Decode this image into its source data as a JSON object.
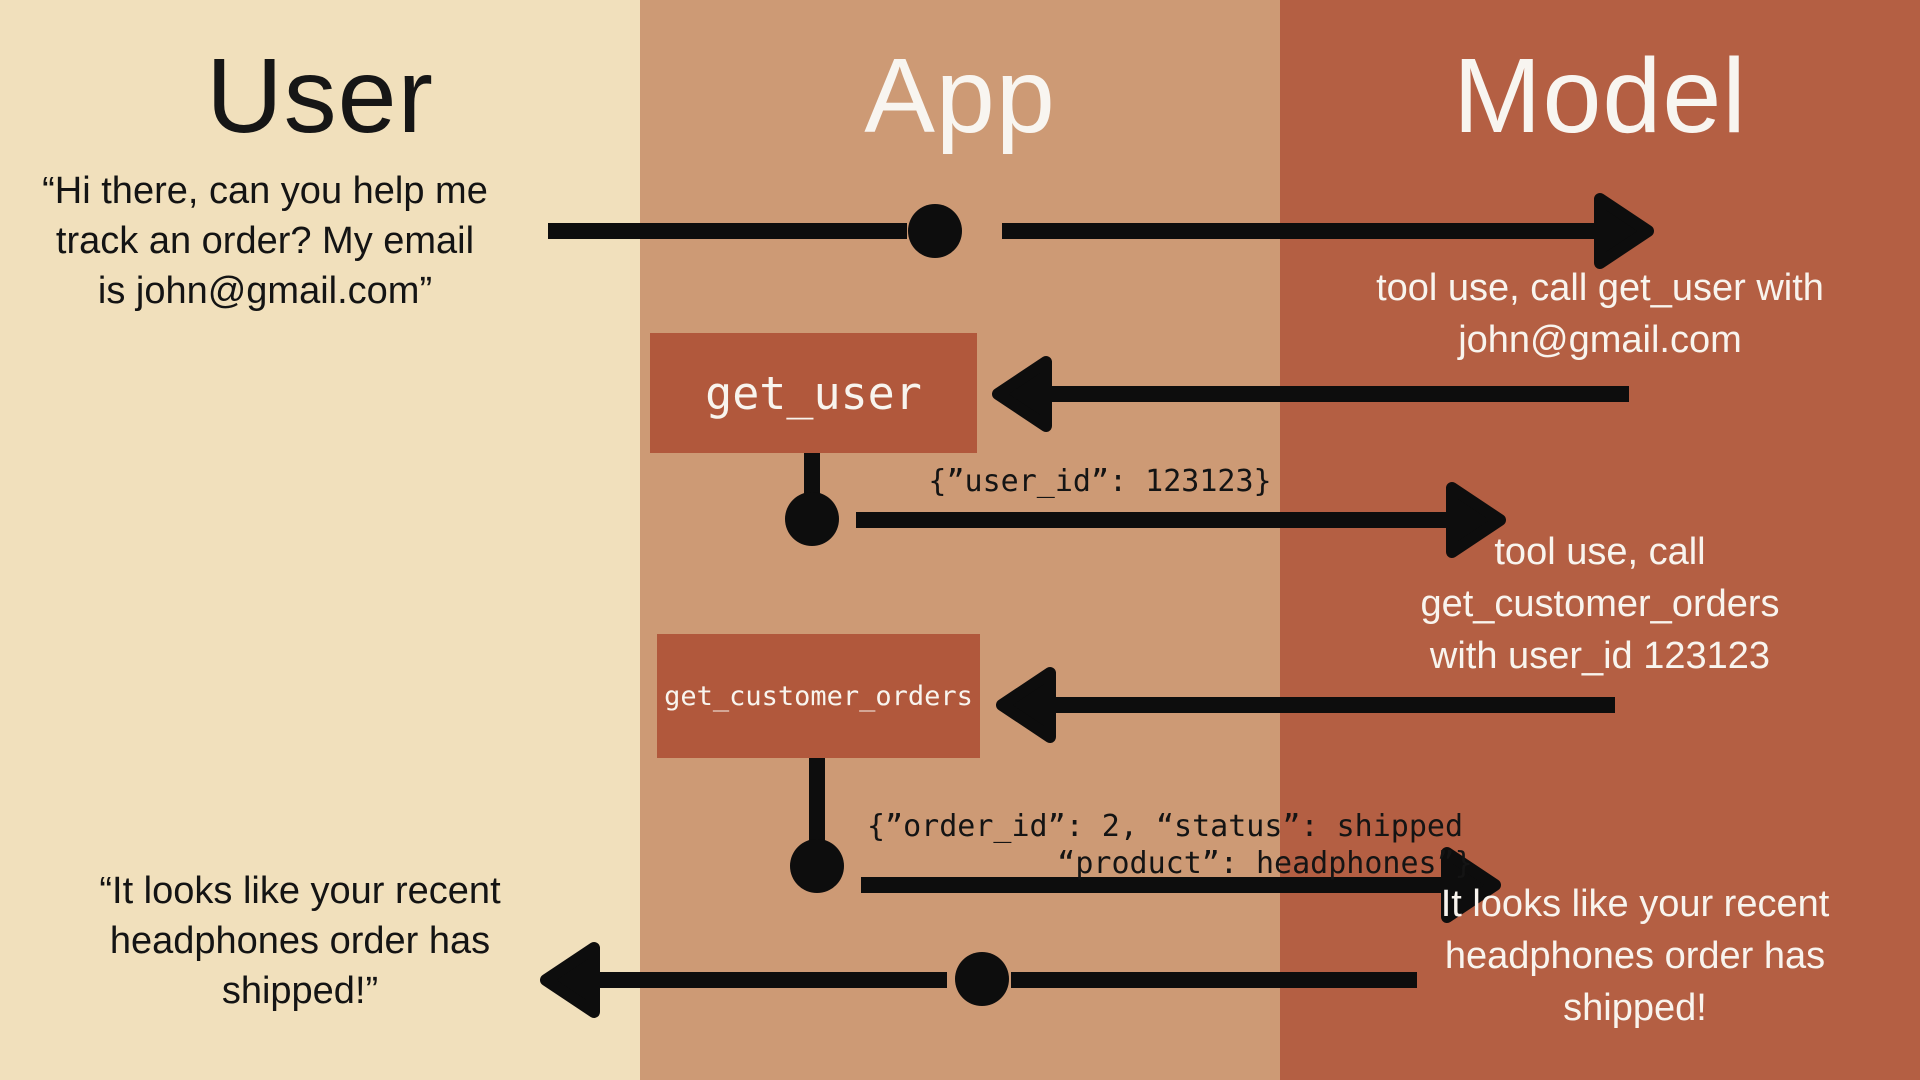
{
  "palette": {
    "user_column_bg": "#f1e0bc",
    "app_column_bg": "#cd9a75",
    "model_column_bg": "#b45f43",
    "tool_box_bg": "#b1583c",
    "arrow_color": "#0d0d0d",
    "dark_text": "#141414",
    "light_text": "#f8f4ee"
  },
  "columns": [
    {
      "title": "User"
    },
    {
      "title": "App"
    },
    {
      "title": "Model"
    }
  ],
  "flow": {
    "user_message": "“Hi there, can you help me\ntrack an order? My email\nis john@gmail.com”",
    "model_tool_call_1": "tool use, call get_user with\njohn@gmail.com",
    "tool_box_1": "get_user",
    "tool_result_1": "{”user_id”: 123123}",
    "model_tool_call_2": "tool use, call\nget_customer_orders\nwith user_id 123123",
    "tool_box_2": "get_customer_orders",
    "tool_result_2_line1": "{”order_id”: 2, “status”: shipped",
    "tool_result_2_line2": "“product”: headphones”}",
    "model_final_response": "It looks like your recent\nheadphones order has\nshipped!",
    "user_final_message": "“It looks like your recent\nheadphones order has\nshipped!”"
  }
}
